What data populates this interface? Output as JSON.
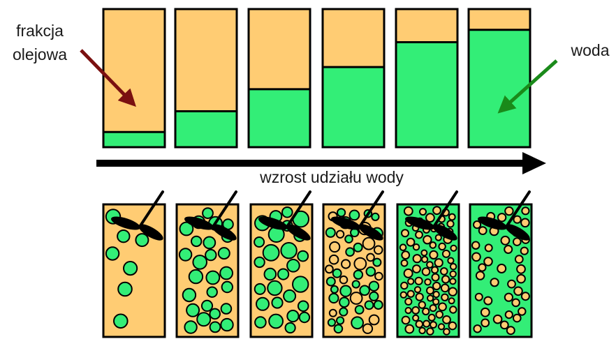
{
  "labels": {
    "oil_line1": "frakcja",
    "oil_line2": "olejowa",
    "water": "woda",
    "axis": "wzrost udziału wody"
  },
  "colors": {
    "oil": "#FFCC73",
    "water": "#33EE77",
    "outline": "#000000",
    "arrow_oil": "#7A1010",
    "arrow_water": "#1A8A1A"
  },
  "water_fraction": [
    0.11,
    0.26,
    0.42,
    0.58,
    0.76,
    0.85
  ],
  "emulsion": [
    {
      "continuous_phase": "oil",
      "dispersed_phase": "water"
    },
    {
      "continuous_phase": "oil",
      "dispersed_phase": "water"
    },
    {
      "continuous_phase": "oil",
      "dispersed_phase": "water"
    },
    {
      "continuous_phase": "oil",
      "dispersed_phase": "water + oil"
    },
    {
      "continuous_phase": "water",
      "dispersed_phase": "oil"
    },
    {
      "continuous_phase": "water",
      "dispersed_phase": "oil"
    }
  ]
}
